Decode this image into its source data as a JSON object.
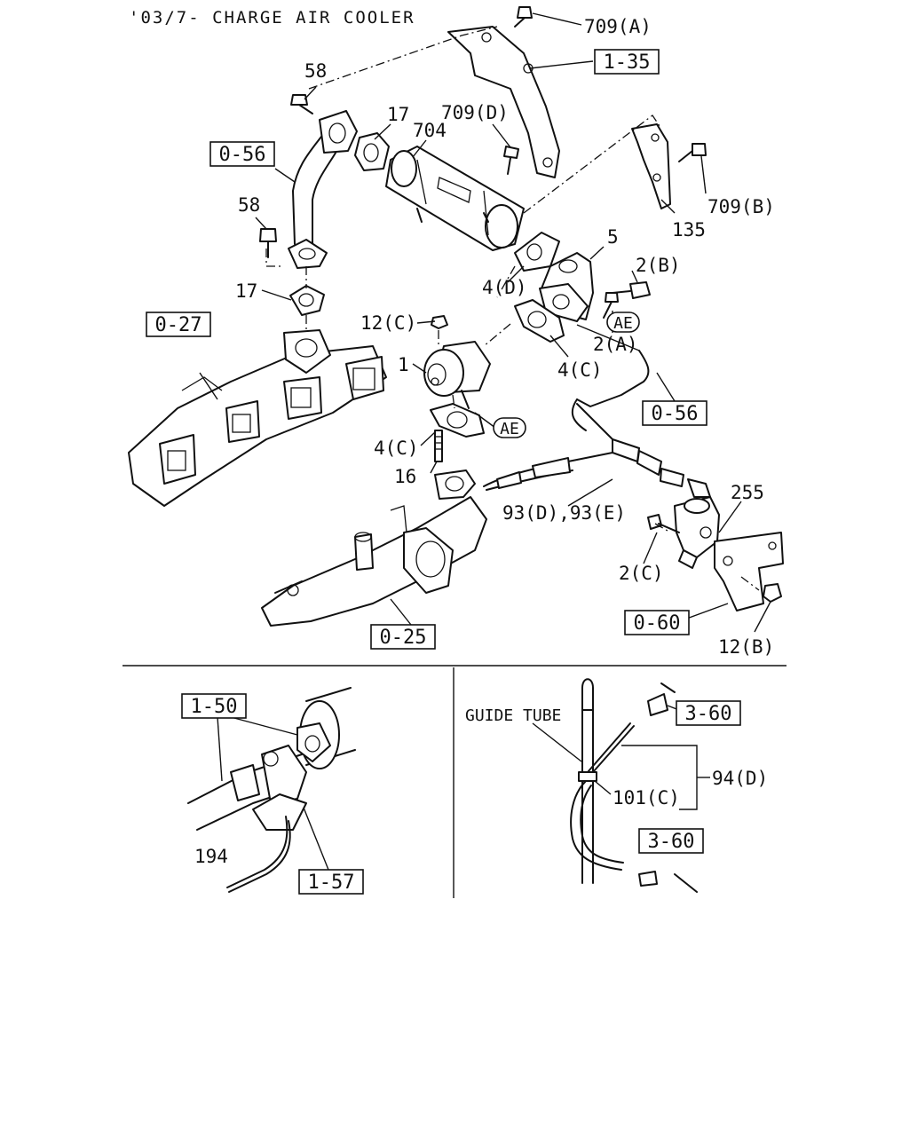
{
  "title": "'03/7- CHARGE AIR COOLER",
  "labels": {
    "p709a": "709(A)",
    "p58a": "58",
    "p17a": "17",
    "p709d": "709(D)",
    "p704": "704",
    "p58b": "58",
    "p709b": "709(B)",
    "p135": "135",
    "p5": "5",
    "p2b": "2(B)",
    "p17b": "17",
    "p4d": "4(D)",
    "p12c": "12(C)",
    "p1": "1",
    "p2a": "2(A)",
    "p4c_a": "4(C)",
    "p4c_b": "4(C)",
    "p16": "16",
    "p93": "93(D),93(E)",
    "p255": "255",
    "p2c": "2(C)",
    "p12b": "12(B)",
    "p194": "194",
    "guide_tube": "GUIDE TUBE",
    "p101c": "101(C)",
    "p94d": "94(D)"
  },
  "ref_boxes": {
    "r135": "1-35",
    "r056a": "0-56",
    "r027": "0-27",
    "r056b": "0-56",
    "r025": "0-25",
    "r060": "0-60",
    "r150": "1-50",
    "r157": "1-57",
    "r360a": "3-60",
    "r360b": "3-60"
  },
  "callouts": {
    "ae1": "AE",
    "ae2": "AE"
  }
}
